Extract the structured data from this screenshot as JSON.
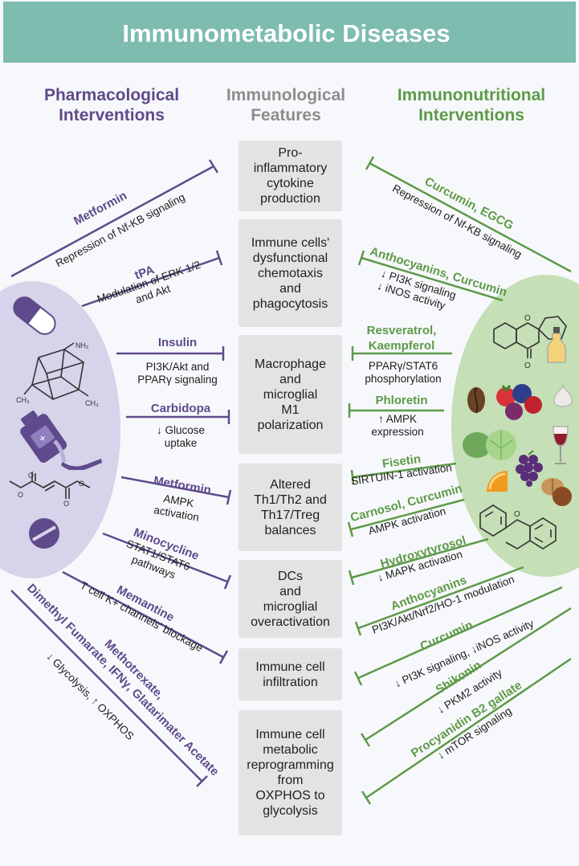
{
  "title": "Immunometabolic Diseases",
  "headers": {
    "left": [
      "Pharmacological",
      "Interventions"
    ],
    "center": [
      "Immunological",
      "Features"
    ],
    "right": [
      "Immunonutritional",
      "Interventions"
    ]
  },
  "colors": {
    "banner": "#7dbcaf",
    "pharma": "#5f4a8b",
    "nutri": "#5d9a48",
    "feature_box": "#e3e3e3"
  },
  "features": [
    [
      "Pro-",
      "inflammatory",
      "cytokine",
      "production"
    ],
    [
      "Immune cells'",
      "dysfunctional",
      "chemotaxis",
      "and",
      "phagocytosis"
    ],
    [
      "Macrophage",
      "and",
      "microglial",
      "M1",
      "polarization"
    ],
    [
      "Altered",
      "Th1/Th2 and",
      "Th17/Treg",
      "balances"
    ],
    [
      "DCs",
      "and",
      "microglial",
      "overactivation"
    ],
    [
      "Immune cell",
      "infiltration"
    ],
    [
      "Immune cell",
      "metabolic",
      "reprogramming",
      "from",
      "OXPHOS to",
      "glycolysis"
    ]
  ],
  "pharmacological": [
    {
      "name": "Metformin",
      "effect": [
        "Repression of Nf-KB signaling"
      ]
    },
    {
      "name": "tPA",
      "effect": [
        "Modulation of ERK 1/2",
        "and Akt"
      ]
    },
    {
      "name": "Insulin",
      "effect": [
        "PI3K/Akt and",
        "PPARγ signaling"
      ]
    },
    {
      "name": "Carbidopa",
      "effect": [
        "↓ Glucose",
        "uptake"
      ]
    },
    {
      "name": "Metformin",
      "effect": [
        "AMPK",
        "activation"
      ]
    },
    {
      "name": "Minocycline",
      "effect": [
        "STAT1/STAT6",
        "pathways"
      ]
    },
    {
      "name": "Memantine",
      "effect": [
        "T cell K+ channels' blockage"
      ]
    },
    {
      "name": "Methotrexate,",
      "effect": []
    },
    {
      "name": "Dimethyl Fumarate, IFNγ, Glatarimater Acetate",
      "effect": [
        "↓ Glycolysis, ↑ OXPHOS"
      ]
    }
  ],
  "immunonutritional": [
    {
      "name": "Curcumin, EGCG",
      "effect": [
        "Repression of Nf-KB signaling"
      ]
    },
    {
      "name": "Anthocyanins, Curcumin",
      "effect": [
        "↓ PI3K signaling",
        "↓ iNOS activity"
      ]
    },
    {
      "name": "Resveratrol,",
      "name2": "Kaempferol",
      "effect": [
        "PPARγ/STAT6",
        "phosphorylation"
      ]
    },
    {
      "name": "Phloretin",
      "effect": [
        "↑ AMPK",
        "expression"
      ]
    },
    {
      "name": "Fisetin",
      "effect": [
        "SIRTUIN-1 activation"
      ]
    },
    {
      "name": "Carnosol, Curcumin",
      "effect": [
        "AMPK activation"
      ]
    },
    {
      "name": "Hydroxytyrosol",
      "effect": [
        "↓ MAPK activation"
      ]
    },
    {
      "name": "Anthocyanins",
      "effect": [
        "PI3K/Akt/Nrf2/HO-1 modulation"
      ]
    },
    {
      "name": "Curcumin",
      "effect": [
        "↓ PI3K signaling, ↓iNOS activity"
      ]
    },
    {
      "name": "Shikonin",
      "effect": [
        "↓ PKM2 activity"
      ]
    },
    {
      "name": "Procyanidin B2 gallate",
      "effect": [
        "↓ mTOR signaling"
      ]
    }
  ],
  "icons": {
    "left": [
      "capsule-icon",
      "amantadine-structure-icon",
      "syrup-bottle-icon",
      "dimethyl-fumarate-structure-icon",
      "tablet-icon"
    ],
    "right": [
      "flavone-structure-icon",
      "oil-bottle-icon",
      "coffee-bean-icon",
      "berries-icon",
      "garlic-icon",
      "leafy-vegetables-icon",
      "red-wine-icon",
      "orange-slice-icon",
      "grapes-icon",
      "nuts-icon",
      "flavan-structure-icon"
    ]
  }
}
